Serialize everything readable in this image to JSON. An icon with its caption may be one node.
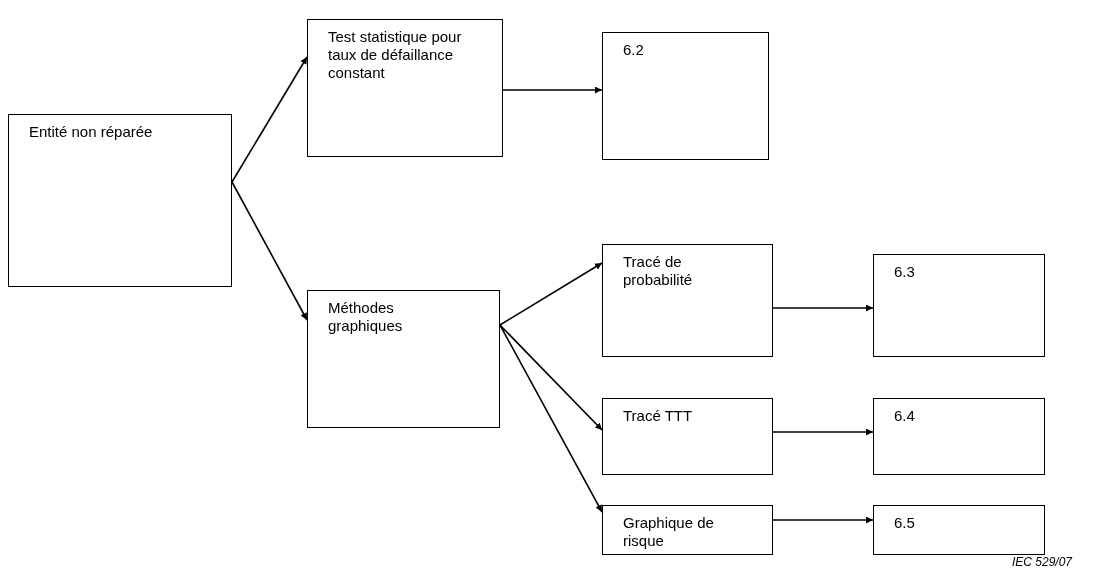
{
  "diagram": {
    "nodes": [
      {
        "text": [
          "Entité non réparée"
        ]
      },
      {
        "text": [
          "Test statistique pour taux de défaillance constant"
        ]
      },
      {
        "text": [
          "6.2"
        ]
      },
      {
        "text": [
          "Méthodes graphiques"
        ]
      },
      {
        "text": [
          "Tracé de probabilité"
        ]
      },
      {
        "text": [
          "6.3"
        ]
      },
      {
        "text": [
          "Tracé TTT"
        ]
      },
      {
        "text": [
          "6.4"
        ]
      },
      {
        "text": [
          "Graphique de risque"
        ]
      },
      {
        "text": [
          "6.5"
        ]
      }
    ],
    "edges": [
      {
        "from": 0,
        "to": 1,
        "arrow": "to"
      },
      {
        "from": 0,
        "to": 3,
        "arrow": "to"
      },
      {
        "from": 1,
        "to": 2,
        "arrow": "to"
      },
      {
        "from": 3,
        "to": 4,
        "arrow": "to"
      },
      {
        "from": 3,
        "to": 6,
        "arrow": "to"
      },
      {
        "from": 3,
        "to": 8,
        "arrow": "to"
      },
      {
        "from": 4,
        "to": 5,
        "arrow": "to"
      },
      {
        "from": 6,
        "to": 7,
        "arrow": "to"
      },
      {
        "from": 8,
        "to": 9,
        "arrow": "to"
      }
    ],
    "labels": [
      "IEC 529/07"
    ]
  }
}
